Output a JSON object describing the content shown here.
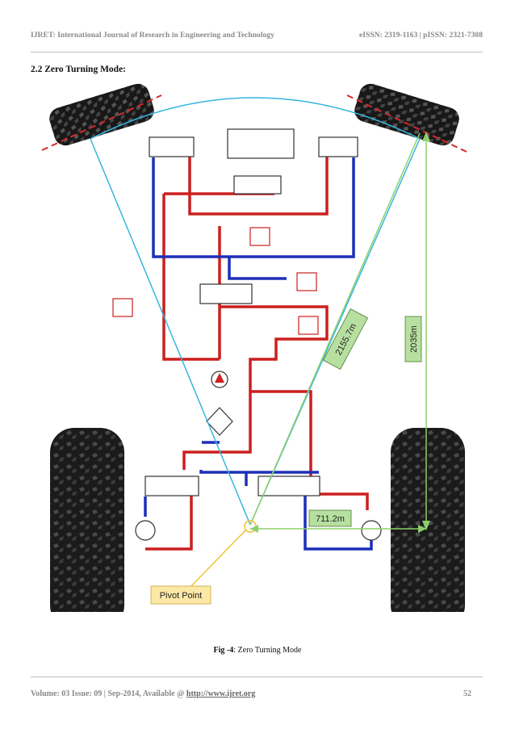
{
  "header": {
    "journal": "IJRET: International Journal of Research in Engineering and Technology",
    "issn": "eISSN: 2319-1163 | pISSN: 2321-7308"
  },
  "section_title": "2.2 Zero Turning Mode:",
  "figure": {
    "labels": {
      "diag_long": "2155.7m",
      "vertical": "2035m",
      "horizontal": "711.2m",
      "pivot": "Pivot Point"
    }
  },
  "caption": {
    "fig_label": "Fig -4",
    "fig_text": ": Zero Turning Mode"
  },
  "footer": {
    "volume": "Volume: 03 Issue: 09 | Sep-2014, Available @ ",
    "url": "http://www.ijret.org",
    "page": "52"
  },
  "colors": {
    "red_line": "#cc1f1f",
    "blue_line": "#1d2fb8",
    "cyan_line": "#36b6e0",
    "green_line": "#8ed06a",
    "yellow_line": "#f2c230",
    "label_green": "#b7e0a0",
    "label_yellow": "#fde9a6"
  }
}
